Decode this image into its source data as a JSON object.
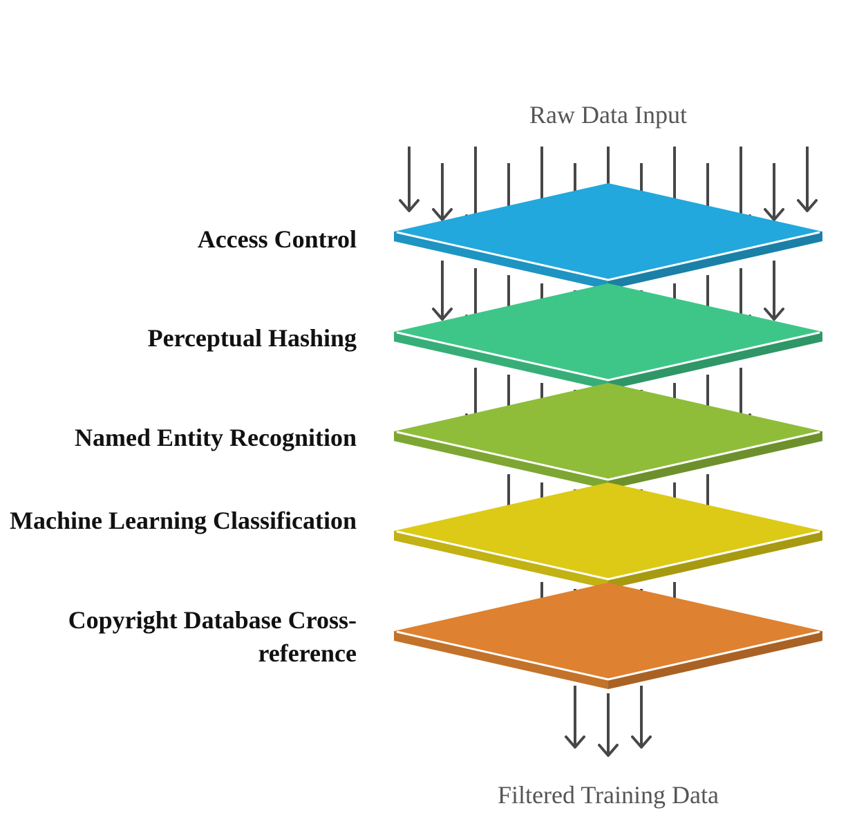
{
  "diagram": {
    "input_label": "Raw Data Input",
    "output_label": "Filtered Training Data",
    "layers": [
      {
        "label": "Access Control",
        "color": "#22a8dc"
      },
      {
        "label": "Perceptual Hashing",
        "color": "#3ec688"
      },
      {
        "label": "Named Entity Recognition",
        "color": "#8fbd3a"
      },
      {
        "label": "Machine Learning Classification",
        "color": "#dcca17"
      },
      {
        "label": "Copyright Database Cross-reference",
        "color": "#de8130"
      }
    ],
    "arrow_color": "#474747"
  }
}
